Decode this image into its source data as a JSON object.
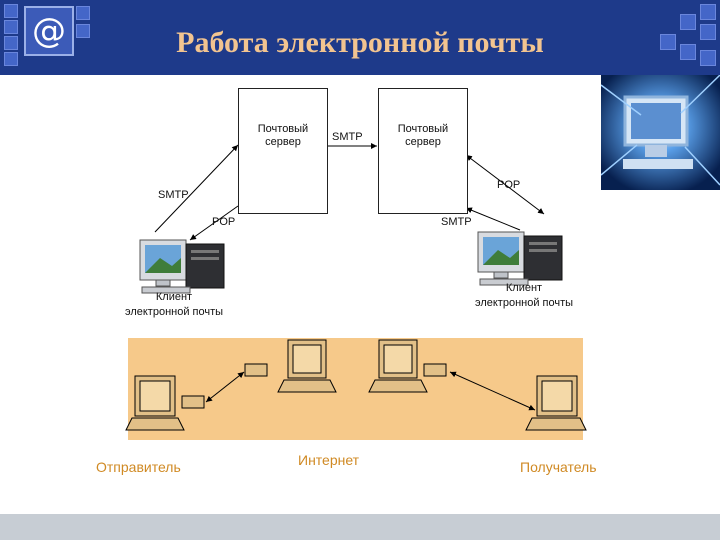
{
  "title": "Работа электронной почты",
  "logo_icon": "at-sign-icon",
  "servers": [
    {
      "label": "Почтовый сервер"
    },
    {
      "label": "Почтовый сервер"
    }
  ],
  "protocols": {
    "between_servers": "SMTP",
    "left_outer": "SMTP",
    "left_inner": "POP",
    "right_outer": "POP",
    "right_inner": "SMTP"
  },
  "clients": [
    {
      "label": "Клиент электронной почты"
    },
    {
      "label": "Клиент электронной почты"
    }
  ],
  "network": {
    "sender": "Отправитель",
    "internet": "Интернет",
    "receiver": "Получатель"
  },
  "colors": {
    "header": "#1e3a8a",
    "title": "#f2c490",
    "panel": "#f6c98a",
    "bottom_labels": "#d08a24"
  }
}
